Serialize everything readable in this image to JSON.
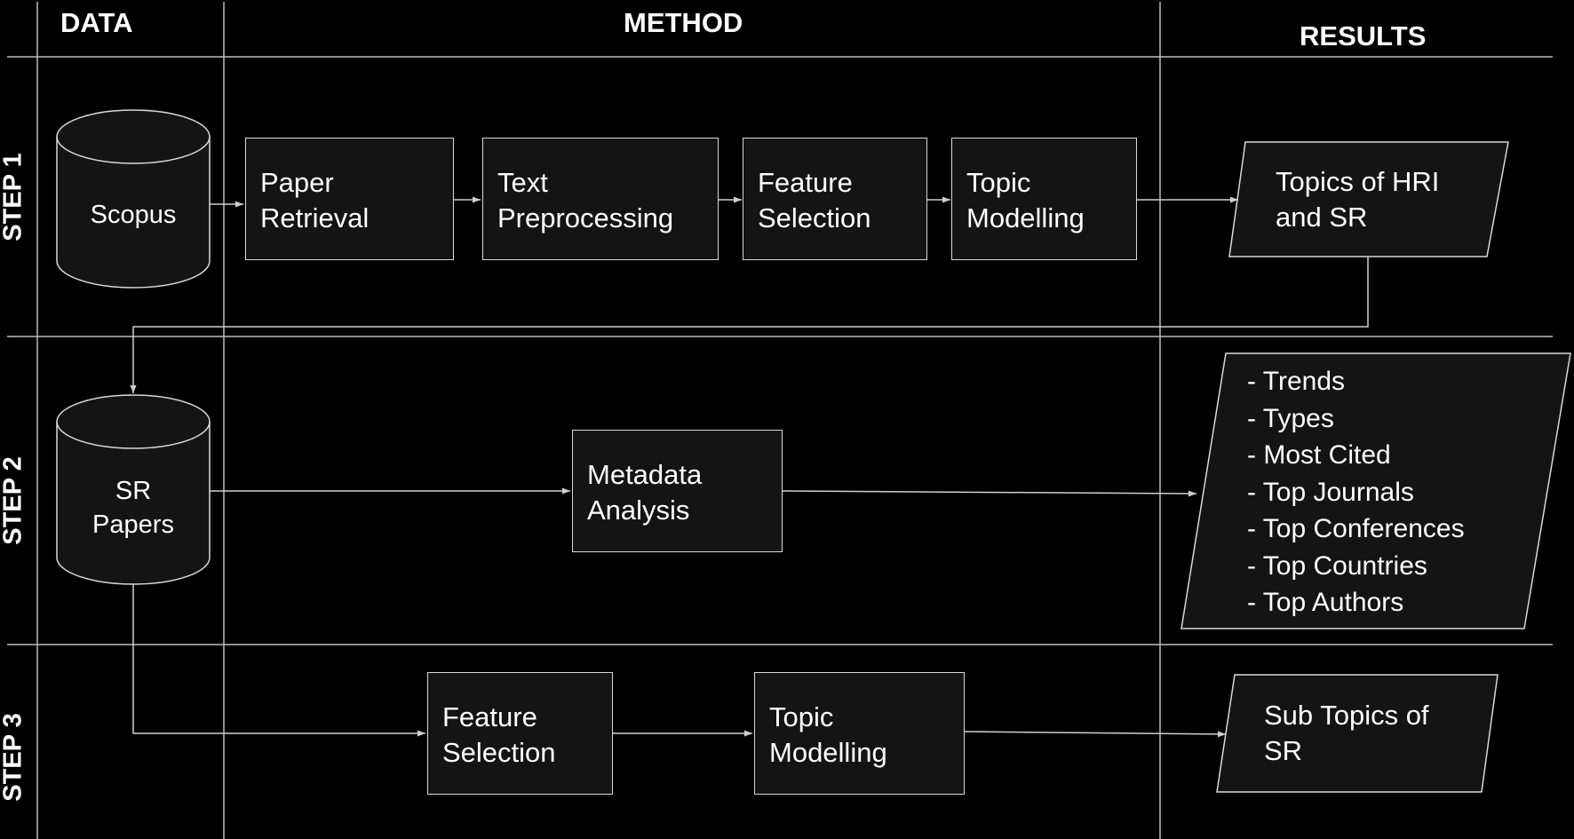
{
  "headers": {
    "data": "DATA",
    "method": "METHOD",
    "results": "RESULTS"
  },
  "steps": [
    "STEP 1",
    "STEP 2",
    "STEP 3"
  ],
  "step1": {
    "source": "Scopus",
    "methods": [
      "Paper\nRetrieval",
      "Text\nPreprocessing",
      "Feature\nSelection",
      "Topic\nModelling"
    ],
    "result": "Topics of HRI\nand SR"
  },
  "step2": {
    "source": "SR\nPapers",
    "method": "Metadata\nAnalysis",
    "results": [
      "- Trends",
      "- Types",
      "- Most Cited",
      "- Top Journals",
      "- Top Conferences",
      "- Top Countries",
      "- Top Authors"
    ]
  },
  "step3": {
    "methods": [
      "Feature\nSelection",
      "Topic\nModelling"
    ],
    "result": "Sub Topics of\nSR"
  }
}
